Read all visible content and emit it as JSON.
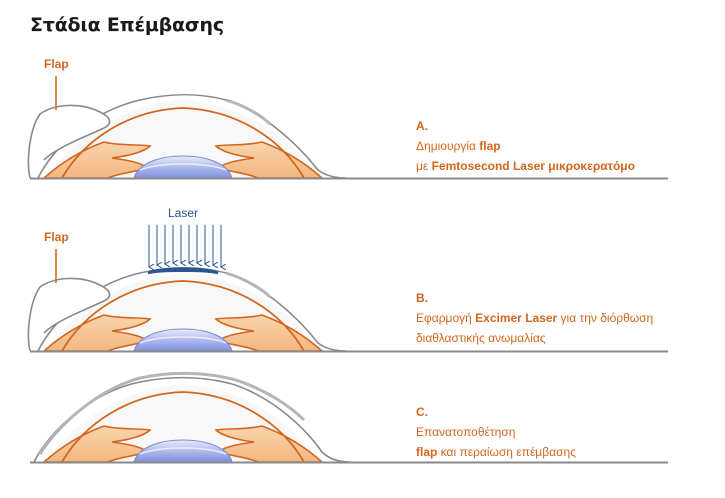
{
  "title": "Στάδια Επέμβασης",
  "labels": {
    "flap": "Flap",
    "laser": "Laser"
  },
  "steps": [
    {
      "letter": "A.",
      "line1": "Δημιουργία ",
      "line1_bold": "flap",
      "line2": "με ",
      "line2_bold": "Femtosecond Laser μικροκερατόμο"
    },
    {
      "letter": "B.",
      "line1": "Εφαρμογή ",
      "line1_bold": "Excimer Laser",
      "line1_rest": " για την διόρθωση",
      "line2": "διαθλαστικής ανωμαλίας"
    },
    {
      "letter": "C.",
      "line1": "Επανατοποθέτηση",
      "line2_bold": "flap",
      "line2_rest": " και περαίωση επέμβασης"
    }
  ],
  "colors": {
    "orange": "#d2661e",
    "orange_fill": "#f6c89c",
    "gray": "#8a8a8a",
    "lens": "#8d9ee0",
    "laser_blue": "#2b5591"
  }
}
